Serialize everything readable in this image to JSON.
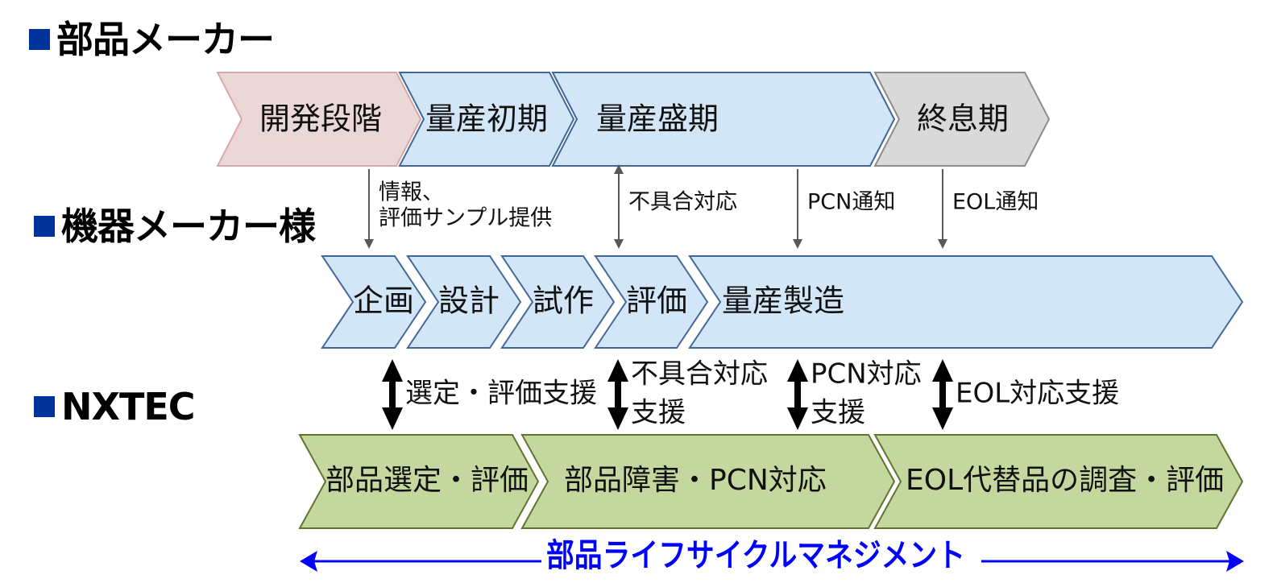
{
  "headings": {
    "parts_maker": "部品メーカー",
    "equipment_maker": "機器メーカー様",
    "nxtec": "NXTEC"
  },
  "colors": {
    "heading_square": "#003399",
    "dev_fill": "#EAD8D8",
    "dev_stroke": "#D8A8A8",
    "blue_fill": "#D3E6F8",
    "blue_stroke": "#41679A",
    "gray_fill": "#D9D9D9",
    "gray_stroke": "#8C8C8C",
    "green_fill": "#C4D79E",
    "green_stroke": "#5F7530",
    "thin_arrow": "#595959",
    "lifecycle_blue": "#0000FF"
  },
  "parts_maker_phases": [
    {
      "label": "開発段階",
      "style": "dev"
    },
    {
      "label": "量産初期",
      "style": "blue"
    },
    {
      "label": "量産盛期",
      "style": "blue"
    },
    {
      "label": "終息期",
      "style": "gray"
    }
  ],
  "info_arrows": [
    {
      "lines": [
        "情報、",
        "評価サンプル提供"
      ],
      "direction": "down"
    },
    {
      "lines": [
        "不具合対応"
      ],
      "direction": "both"
    },
    {
      "lines": [
        "PCN通知"
      ],
      "direction": "down"
    },
    {
      "lines": [
        "EOL通知"
      ],
      "direction": "down"
    }
  ],
  "equipment_phases": [
    {
      "label": "企画"
    },
    {
      "label": "設計"
    },
    {
      "label": "試作"
    },
    {
      "label": "評価"
    },
    {
      "label": "量産製造"
    }
  ],
  "support_arrows": [
    {
      "lines": [
        "選定・評価支援"
      ]
    },
    {
      "lines": [
        "不具合対応",
        "支援"
      ]
    },
    {
      "lines": [
        "PCN対応",
        "支援"
      ]
    },
    {
      "lines": [
        "EOL対応支援"
      ]
    }
  ],
  "nxtec_phases": [
    {
      "label": "部品選定・評価"
    },
    {
      "label": "部品障害・PCN対応"
    },
    {
      "label": "EOL代替品の調査・評価"
    }
  ],
  "lifecycle_label": "部品ライフサイクルマネジメント"
}
